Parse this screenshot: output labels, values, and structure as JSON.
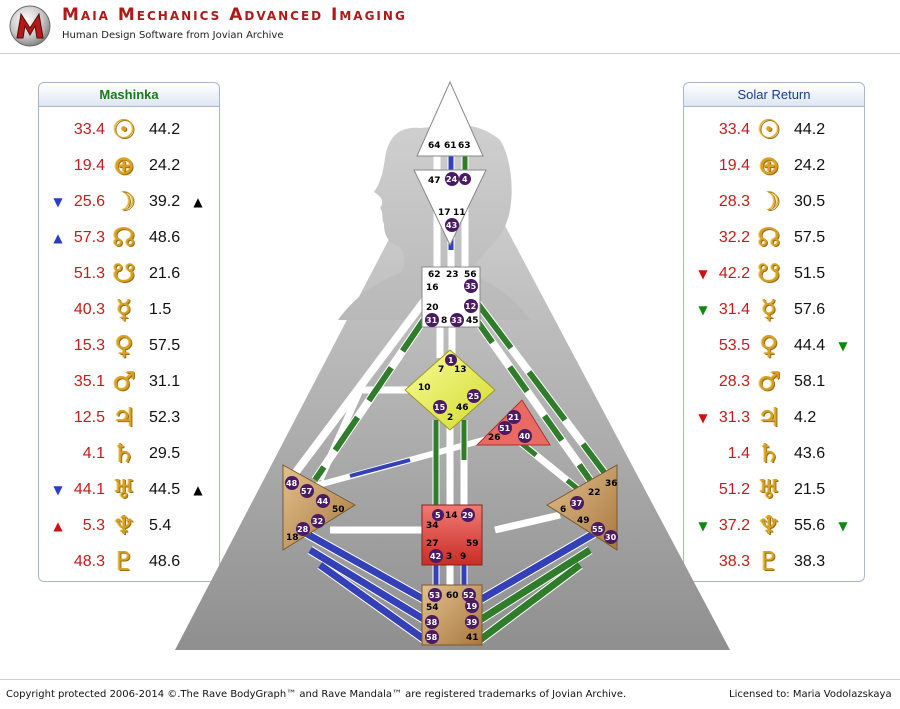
{
  "header": {
    "title": "Maia Mechanics Advanced Imaging",
    "subtitle": "Human Design Software from Jovian Archive",
    "logo_icon": "maia-m-logo-icon"
  },
  "left_panel": {
    "title": "Mashinka",
    "rows": [
      {
        "planet": "sun",
        "glyph": "☉",
        "left": "33.4",
        "right": "44.2",
        "mark_left": "",
        "mark_right": ""
      },
      {
        "planet": "earth",
        "glyph": "⊕",
        "left": "19.4",
        "right": "24.2",
        "mark_left": "",
        "mark_right": ""
      },
      {
        "planet": "moon",
        "glyph": "☽",
        "left": "25.6",
        "right": "39.2",
        "mark_left": "▼",
        "mark_left_color": "blue",
        "mark_right": "▲",
        "mark_right_color": "black"
      },
      {
        "planet": "north-node",
        "glyph": "☊",
        "left": "57.3",
        "right": "48.6",
        "mark_left": "▲",
        "mark_left_color": "blue",
        "mark_right": ""
      },
      {
        "planet": "south-node",
        "glyph": "☋",
        "left": "51.3",
        "right": "21.6",
        "mark_left": "",
        "mark_right": ""
      },
      {
        "planet": "mercury",
        "glyph": "☿",
        "left": "40.3",
        "right": "1.5",
        "mark_left": "",
        "mark_right": ""
      },
      {
        "planet": "venus",
        "glyph": "♀",
        "left": "15.3",
        "right": "57.5",
        "mark_left": "",
        "mark_right": ""
      },
      {
        "planet": "mars",
        "glyph": "♂",
        "left": "35.1",
        "right": "31.1",
        "mark_left": "",
        "mark_right": ""
      },
      {
        "planet": "jupiter",
        "glyph": "♃",
        "left": "12.5",
        "right": "52.3",
        "mark_left": "",
        "mark_right": ""
      },
      {
        "planet": "saturn",
        "glyph": "♄",
        "left": "4.1",
        "right": "29.5",
        "mark_left": "",
        "mark_right": ""
      },
      {
        "planet": "uranus",
        "glyph": "♅",
        "left": "44.1",
        "right": "44.5",
        "mark_left": "▼",
        "mark_left_color": "blue",
        "mark_right": "▲",
        "mark_right_color": "black"
      },
      {
        "planet": "neptune",
        "glyph": "♆",
        "left": "5.3",
        "right": "5.4",
        "mark_left": "▲",
        "mark_left_color": "red",
        "mark_right": ""
      },
      {
        "planet": "pluto",
        "glyph": "♇",
        "left": "48.3",
        "right": "48.6",
        "mark_left": "",
        "mark_right": ""
      }
    ]
  },
  "right_panel": {
    "title": "Solar Return",
    "rows": [
      {
        "planet": "sun",
        "glyph": "☉",
        "left": "33.4",
        "right": "44.2",
        "mark_left": "",
        "mark_right": ""
      },
      {
        "planet": "earth",
        "glyph": "⊕",
        "left": "19.4",
        "right": "24.2",
        "mark_left": "",
        "mark_right": ""
      },
      {
        "planet": "moon",
        "glyph": "☽",
        "left": "28.3",
        "right": "30.5",
        "mark_left": "",
        "mark_right": ""
      },
      {
        "planet": "north-node",
        "glyph": "☊",
        "left": "32.2",
        "right": "57.5",
        "mark_left": "",
        "mark_right": ""
      },
      {
        "planet": "south-node",
        "glyph": "☋",
        "left": "42.2",
        "right": "51.5",
        "mark_left": "▼",
        "mark_left_color": "red",
        "mark_right": ""
      },
      {
        "planet": "mercury",
        "glyph": "☿",
        "left": "31.4",
        "right": "57.6",
        "mark_left": "▼",
        "mark_left_color": "green",
        "mark_right": ""
      },
      {
        "planet": "venus",
        "glyph": "♀",
        "left": "53.5",
        "right": "44.4",
        "mark_left": "",
        "mark_right": "▼",
        "mark_right_color": "green"
      },
      {
        "planet": "mars",
        "glyph": "♂",
        "left": "28.3",
        "right": "58.1",
        "mark_left": "",
        "mark_right": ""
      },
      {
        "planet": "jupiter",
        "glyph": "♃",
        "left": "31.3",
        "right": "4.2",
        "mark_left": "▼",
        "mark_left_color": "red",
        "mark_right": ""
      },
      {
        "planet": "saturn",
        "glyph": "♄",
        "left": "1.4",
        "right": "43.6",
        "mark_left": "",
        "mark_right": ""
      },
      {
        "planet": "uranus",
        "glyph": "♅",
        "left": "51.2",
        "right": "21.5",
        "mark_left": "",
        "mark_right": ""
      },
      {
        "planet": "neptune",
        "glyph": "♆",
        "left": "37.2",
        "right": "55.6",
        "mark_left": "▼",
        "mark_left_color": "green",
        "mark_right": "▼",
        "mark_right_color": "green"
      },
      {
        "planet": "pluto",
        "glyph": "♇",
        "left": "38.3",
        "right": "38.3",
        "mark_left": "",
        "mark_right": ""
      }
    ]
  },
  "bodygraph": {
    "colors": {
      "design_red": "#c51c1c",
      "personality_black": "#111111",
      "channel_green": "#2f7d2a",
      "channel_blue": "#3340b8",
      "gate_circle": "#4a1a63",
      "g_center": "#e8f05a",
      "sacral_center": "#e0433b",
      "ego_center": "#d8473f",
      "motor_center": "#c49a62",
      "background_triangle": "#bdbdbd"
    },
    "centers": {
      "head": [
        "64",
        "61",
        "63"
      ],
      "ajna": [
        "47",
        "24",
        "4",
        "17",
        "11",
        "43"
      ],
      "throat": [
        "62",
        "23",
        "56",
        "16",
        "35",
        "20",
        "12",
        "31",
        "8",
        "33",
        "45"
      ],
      "g": [
        "1",
        "7",
        "13",
        "10",
        "25",
        "15",
        "46",
        "2"
      ],
      "ego": [
        "21",
        "51",
        "26",
        "40"
      ],
      "spleen": [
        "48",
        "57",
        "44",
        "50",
        "32",
        "28",
        "18"
      ],
      "solar_plexus": [
        "36",
        "22",
        "37",
        "6",
        "49",
        "55",
        "30"
      ],
      "sacral": [
        "5",
        "14",
        "29",
        "34",
        "27",
        "59",
        "42",
        "3",
        "9"
      ],
      "root": [
        "53",
        "60",
        "52",
        "54",
        "19",
        "38",
        "39",
        "58",
        "41"
      ]
    },
    "active_gates": [
      "24",
      "4",
      "43",
      "35",
      "12",
      "31",
      "33",
      "1",
      "15",
      "25",
      "21",
      "51",
      "40",
      "48",
      "57",
      "44",
      "28",
      "32",
      "37",
      "55",
      "30",
      "5",
      "29",
      "42",
      "53",
      "52",
      "19",
      "38",
      "39",
      "58"
    ]
  },
  "footer": {
    "copyright": "Copyright protected 2006-2014 ©.The Rave BodyGraph™ and Rave Mandala™ are registered trademarks of Jovian Archive.",
    "licensed": "Licensed to: Maria Vodolazskaya"
  }
}
